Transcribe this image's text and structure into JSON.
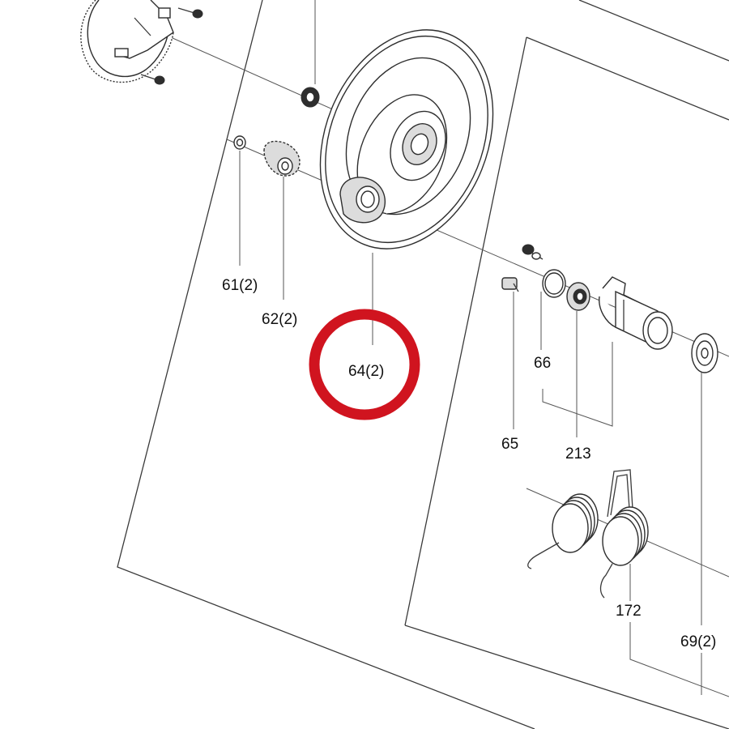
{
  "diagram": {
    "highlight_color": "#d0141f",
    "highlighted_part": "64(2)",
    "callouts": {
      "p61": "61(2)",
      "p62": "62(2)",
      "p64": "64(2)",
      "p66": "66",
      "p65": "65",
      "p213": "213",
      "p172": "172",
      "p69": "69(2)"
    }
  }
}
